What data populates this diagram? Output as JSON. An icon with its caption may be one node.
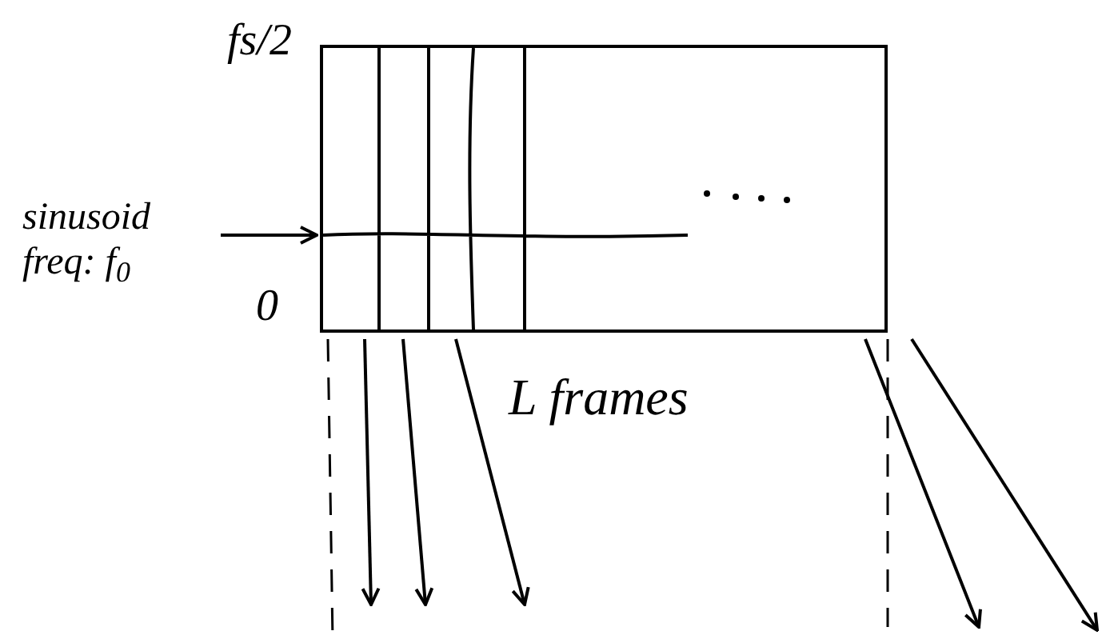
{
  "diagram": {
    "nodes": [
      {
        "text": [],
        "shape": "box"
      },
      {
        "text": [
          "sinusoid freq: f$_{0}$"
        ]
      }
    ],
    "edges": [
      {
        "from": 1,
        "to": 0,
        "arrow": "to"
      },
      {
        "from": 0,
        "to": null,
        "arrow": "to"
      },
      {
        "from": 0,
        "to": null,
        "arrow": "to"
      },
      {
        "from": 0,
        "to": null,
        "arrow": "to"
      },
      {
        "from": 0,
        "to": null,
        "arrow": "to"
      },
      {
        "from": 0,
        "to": null,
        "arrow": "to"
      }
    ],
    "labels": [
      "fs/2",
      "0",
      "L frames"
    ]
  }
}
